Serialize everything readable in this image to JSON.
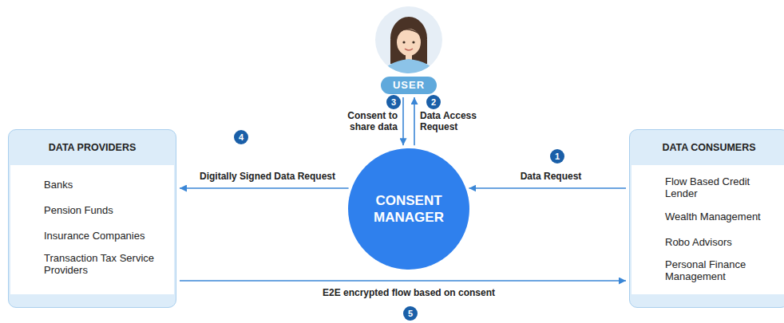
{
  "diagram": {
    "nodes": [
      {
        "text": [
          "USER"
        ]
      },
      {
        "text": [
          "DATA PROVIDERS"
        ]
      },
      {
        "text": [
          "Banks"
        ],
        "in": 1
      },
      {
        "text": [
          "Pension Funds"
        ],
        "in": 1
      },
      {
        "text": [
          "Insurance Companies"
        ],
        "in": 1
      },
      {
        "text": [
          "Transaction Tax Service Providers"
        ],
        "in": 1
      },
      {
        "text": [
          "CONSENT MANAGER"
        ]
      },
      {
        "text": [
          "DATA CONSUMERS"
        ]
      },
      {
        "text": [
          "Flow Based Credit Lender"
        ],
        "in": 7
      },
      {
        "text": [
          "Wealth Management"
        ],
        "in": 7
      },
      {
        "text": [
          "Robo Advisors"
        ],
        "in": 7
      },
      {
        "text": [
          "Personal Finance Management"
        ],
        "in": 7
      }
    ],
    "edges": [
      {
        "from": 7,
        "to": 6,
        "label": "Data Request",
        "arrow": "to"
      },
      {
        "from": 6,
        "to": 0,
        "label": "Data Access Request",
        "arrow": "to"
      },
      {
        "from": 0,
        "to": 6,
        "label": "Consent to share data",
        "arrow": "to"
      },
      {
        "from": 6,
        "to": 1,
        "label": "Digitally Signed Data Request",
        "arrow": "to"
      },
      {
        "from": 1,
        "to": 7,
        "label": "E2E encrypted flow based on consent",
        "arrow": "to"
      }
    ],
    "labels": [
      "1",
      "2",
      "3",
      "4",
      "5"
    ]
  }
}
